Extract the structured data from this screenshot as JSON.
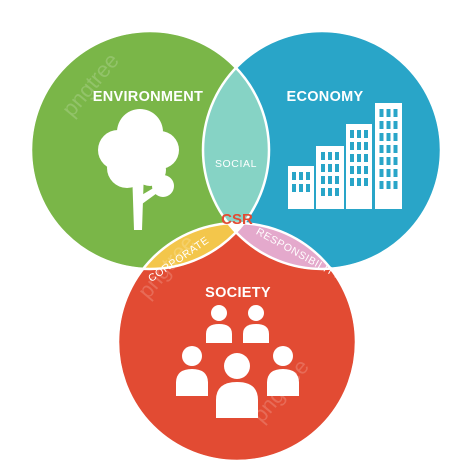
{
  "diagram": {
    "circles": {
      "environment": {
        "label": "ENVIRONMENT",
        "color": "#7ab648",
        "icon": "tree-icon"
      },
      "economy": {
        "label": "ECONOMY",
        "color": "#29a5c8",
        "icon": "buildings-icon"
      },
      "society": {
        "label": "SOCIETY",
        "color": "#e24b33",
        "icon": "people-icon"
      }
    },
    "overlaps": {
      "environment_economy": {
        "label": "SOCIAL",
        "color": "#86d3c5"
      },
      "environment_society": {
        "label": "CORPORATE",
        "color": "#f3c64b"
      },
      "economy_society": {
        "label": "RESPONSIBILITY",
        "color": "#e4a9cc"
      },
      "center": {
        "label": "CSR",
        "color": "#ffffff",
        "text_color": "#e24b33"
      }
    },
    "watermark": "pngtree"
  }
}
